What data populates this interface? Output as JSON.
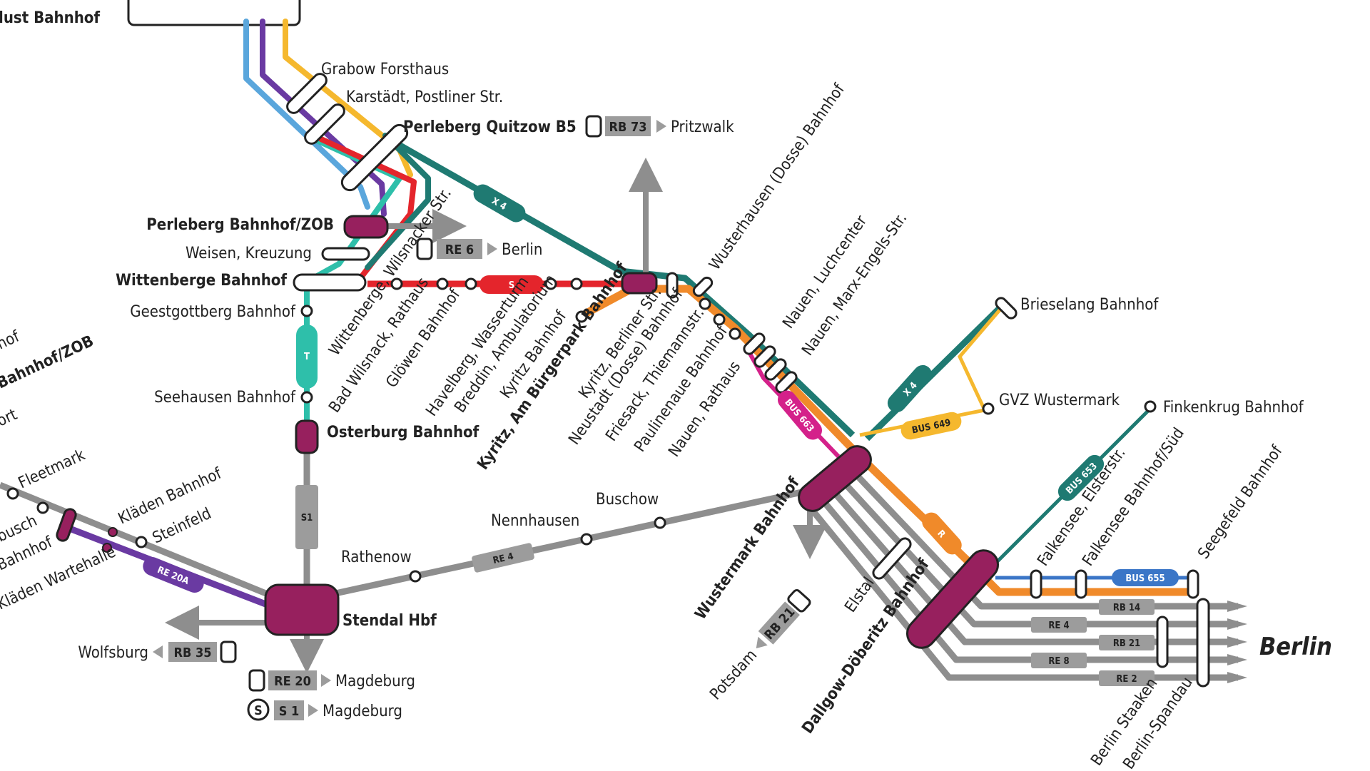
{
  "colors": {
    "teal_dark": "#1f7a72",
    "teal_light": "#2ebfaa",
    "red": "#e4252c",
    "orange": "#f08a2a",
    "purple": "#6a3aa2",
    "blue": "#5aa6dc",
    "yellow": "#f5b82e",
    "magenta": "#d4218a",
    "station_purple": "#97205e",
    "gray": "#8e8e8e",
    "badge_gray": "#9c9c9c"
  },
  "stations": {
    "ludwigslust": "Ludwigslust Bahnhof",
    "grabow": "Grabow Forsthaus",
    "karstaedt": "Karstädt, Postliner Str.",
    "perleberg_quitzow": "Perleberg Quitzow B5",
    "perleberg_zob": "Perleberg Bahnhof/ZOB",
    "weisen": "Weisen, Kreuzung",
    "wittenberge": "Wittenberge Bahnhof",
    "geestgottberg": "Geestgottberg Bahnhof",
    "seehausen": "Seehausen Bahnhof",
    "osterburg": "Osterburg Bahnhof",
    "stendal": "Stendal Hbf",
    "rathenow": "Rathenow",
    "nennhausen": "Nennhausen",
    "buschow": "Buschow",
    "wittenberge_wils": "Wittenberge, Wilsnacker Str.",
    "bad_wilsnack": "Bad Wilsnack, Rathaus",
    "gloewen": "Glöwen Bahnhof",
    "havelberg": "Havelberg, Wasserturm",
    "breddin": "Breddin, Ambulatorium",
    "kyritz_bf": "Kyritz Bahnhof",
    "kyritz_bp": "Kyritz, Am Bürgerpark Bahnhof",
    "kyritz_berl": "Kyritz, Berliner Str.",
    "neustadt": "Neustadt (Dosse) Bahnhof",
    "friesack": "Friesack, Thiemannstr.",
    "paulinenaue": "Paulinenaue Bahnhof",
    "nauen_rathaus": "Nauen, Rathaus",
    "wusterhausen": "Wusterhausen (Dosse) Bahnhof",
    "nauen_luch": "Nauen, Luchcenter",
    "nauen_marx": "Nauen, Marx-Engels-Str.",
    "brieselang": "Brieselang Bahnhof",
    "gvz": "GVZ Wustermark",
    "finkenkrug": "Finkenkrug Bahnhof",
    "wustermark": "Wustermark Bahnhof",
    "elstal": "Elstal",
    "dallgow": "Dallgow-Döberitz Bahnhof",
    "falkensee_elster": "Falkensee, Elsterstr.",
    "falkensee_sued": "Falkensee Bahnhof/Süd",
    "seegefeld": "Seegefeld Bahnhof",
    "staaken": "Berlin Staaken",
    "spandau": "Berlin-Spandau",
    "berlin": "Berlin",
    "fleetmark": "Fleetmark",
    "klaeden": "Kläden Bahnhof",
    "steinfeld": "Steinfeld",
    "left_zob": "Bahnhof/ZOB",
    "left_bahnhof": "Bahnhof",
    "left_wartehalle": "Kläden Wartehalle",
    "left_hof": "hof",
    "left_ort": "ort",
    "left_busch": "busch"
  },
  "connections": {
    "rb73": {
      "line": "RB 73",
      "dest": "Pritzwalk"
    },
    "re6": {
      "line": "RE 6",
      "dest": "Berlin"
    },
    "rb35": {
      "line": "RB 35",
      "dest": "Wolfsburg"
    },
    "re20": {
      "line": "RE 20",
      "dest": "Magdeburg"
    },
    "s1": {
      "line": "S 1",
      "dest": "Magdeburg"
    },
    "rb21": {
      "line": "RB 21",
      "dest": "Potsdam"
    }
  },
  "pills": {
    "x4_top": "X 4",
    "s_red": "S",
    "t_teal": "T",
    "s1_gray": "S1",
    "re4_gray": "RE 4",
    "re20a": "RE 20A",
    "bus663": "BUS 663",
    "bus649": "BUS 649",
    "x4_right": "X 4",
    "bus653": "BUS 653",
    "r_orange": "R",
    "bus655": "BUS 655",
    "rb14": "RB 14",
    "re4_b": "RE 4",
    "rb21_b": "RB 21",
    "re8": "RE 8",
    "re2": "RE 2"
  }
}
